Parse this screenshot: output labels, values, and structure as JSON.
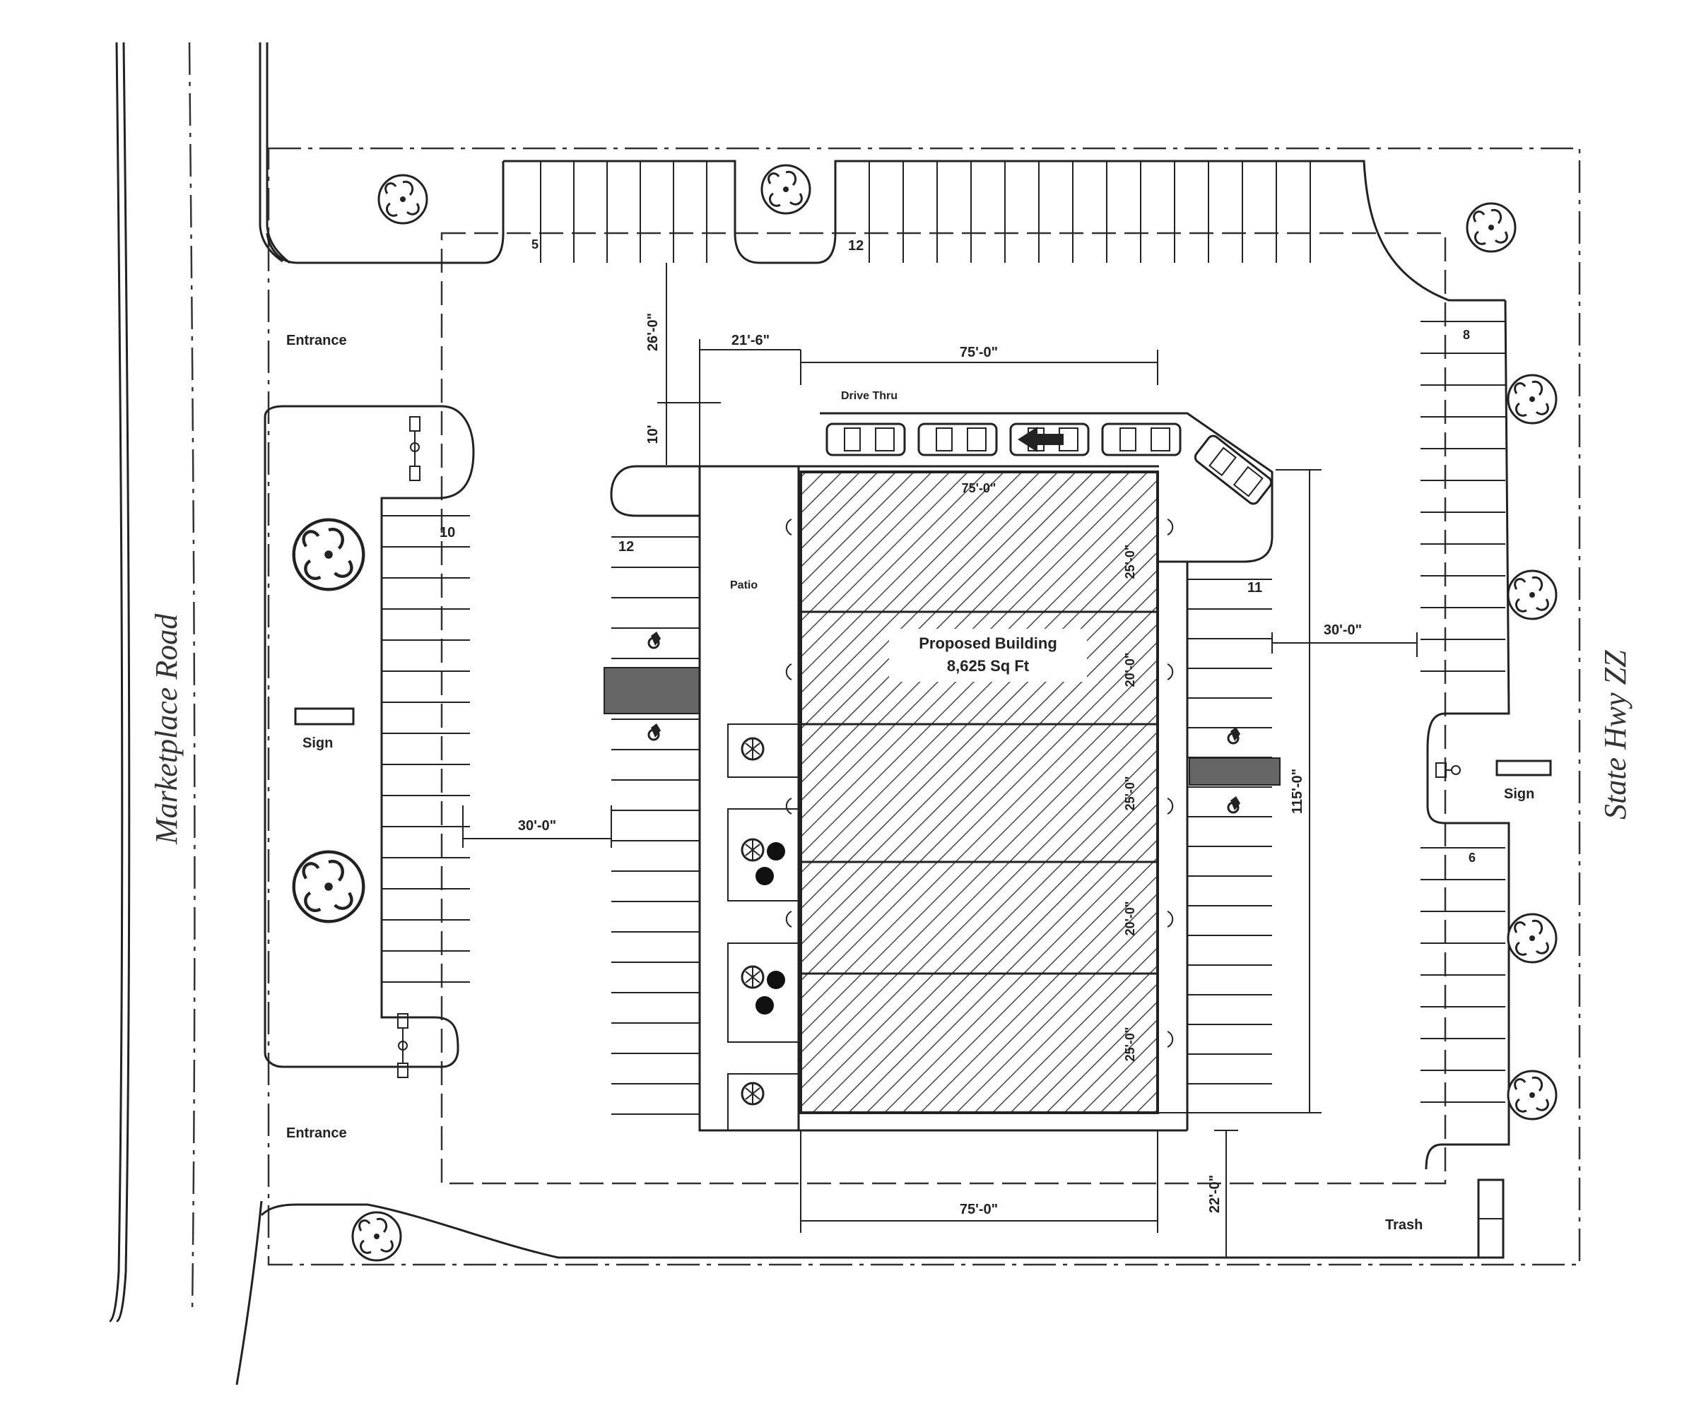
{
  "roads": {
    "west": "Marketplace Road",
    "east": "State Hwy ZZ"
  },
  "labels": {
    "entrance_north": "Entrance",
    "entrance_south": "Entrance",
    "sign_west": "Sign",
    "sign_east": "Sign",
    "patio": "Patio",
    "drive_thru": "Drive Thru",
    "trash": "Trash",
    "building_title": "Proposed Building",
    "building_area": "8,625 Sq Ft"
  },
  "stall_counts": {
    "north_left": "5",
    "north_right": "12",
    "west_island": "10",
    "west_building": "12",
    "east_building": "11",
    "east_top": "8",
    "east_bottom": "6"
  },
  "dimensions": {
    "top_width": "75'-0\"",
    "building_top": "75'-0\"",
    "bottom_width": "75'-0\"",
    "patio_width": "21'-6\"",
    "north_setback": "26'-0\"",
    "lane_width": "10'",
    "west_aisle": "30'-0\"",
    "east_aisle": "30'-0\"",
    "building_depth": "115'-0\"",
    "south_setback": "22'-0\"",
    "bay_1": "25'-0\"",
    "bay_2": "20'-0\"",
    "bay_3": "25'-0\"",
    "bay_4": "20'-0\"",
    "bay_5": "25'-0\""
  },
  "colors": {
    "line": "#222222",
    "accessible_stall": "#666666"
  },
  "icons": {
    "tree": "tree-icon",
    "car": "car-icon",
    "arrow": "arrow-left-icon"
  }
}
